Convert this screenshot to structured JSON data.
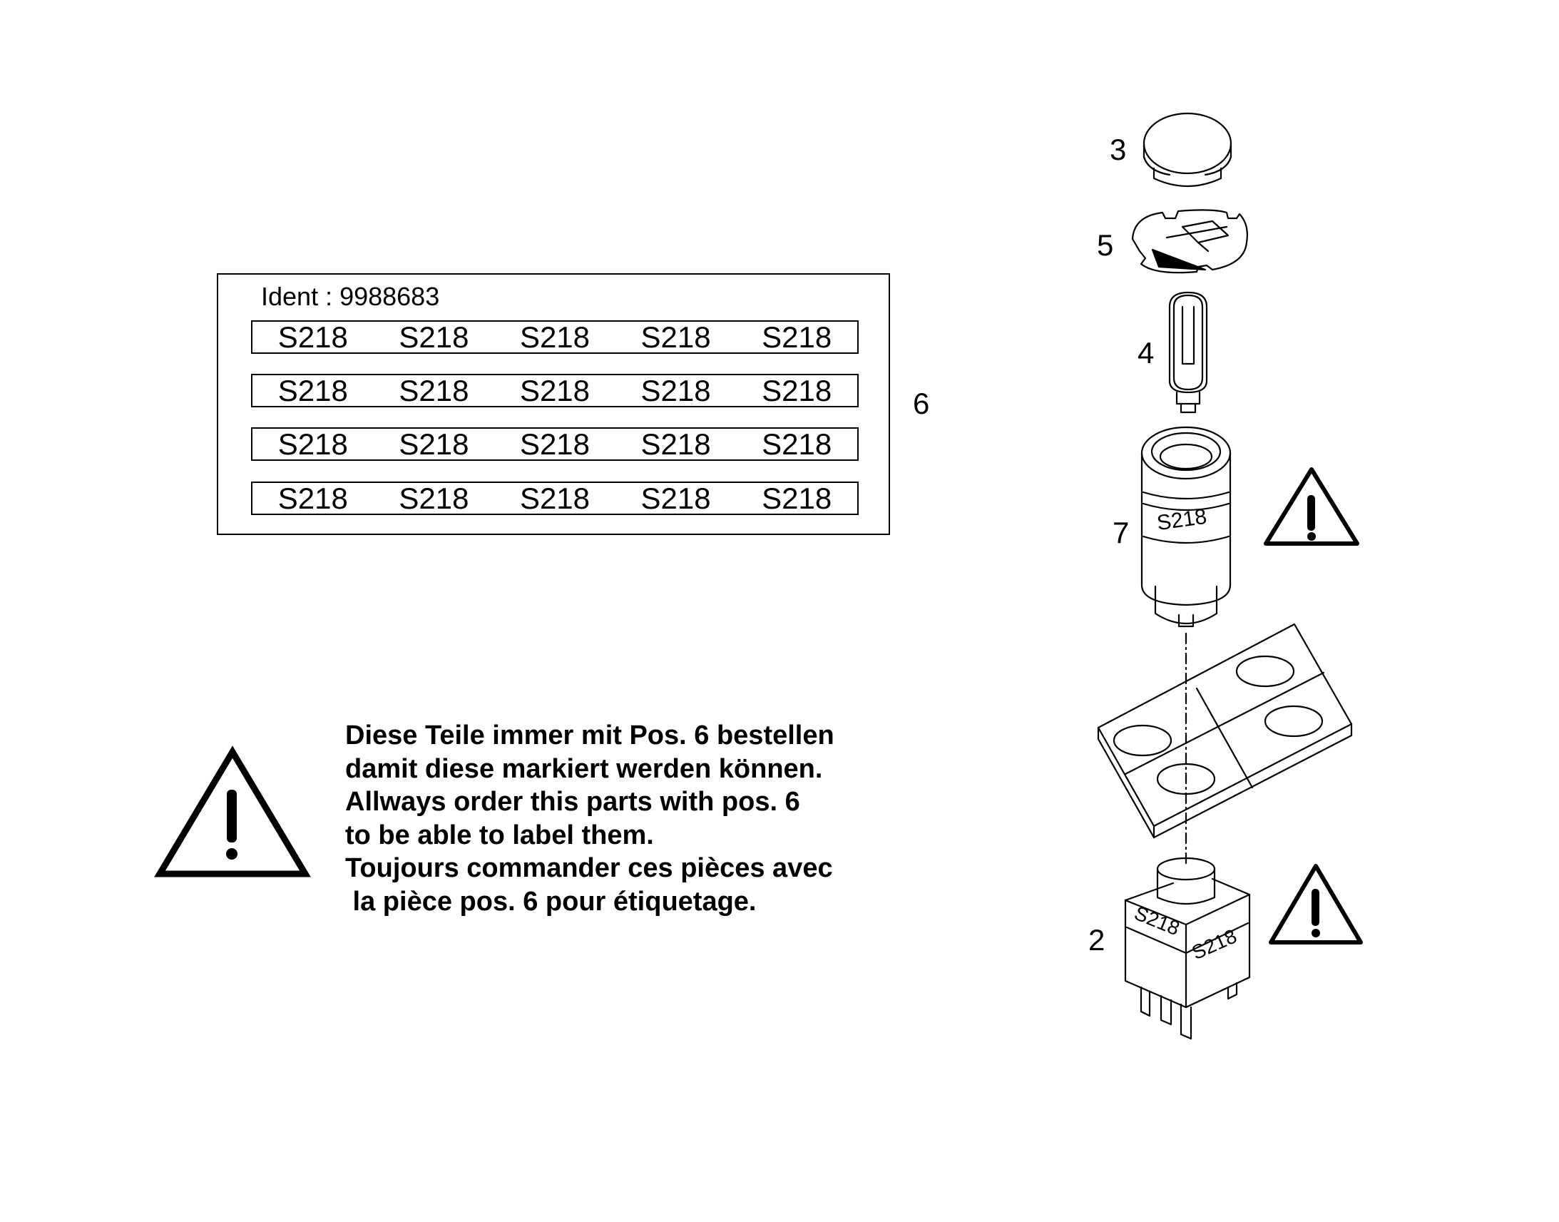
{
  "label_sheet": {
    "ident": "Ident : 9988683",
    "strips": [
      [
        "S218",
        "S218",
        "S218",
        "S218",
        "S218"
      ],
      [
        "S218",
        "S218",
        "S218",
        "S218",
        "S218"
      ],
      [
        "S218",
        "S218",
        "S218",
        "S218",
        "S218"
      ],
      [
        "S218",
        "S218",
        "S218",
        "S218",
        "S218"
      ]
    ]
  },
  "positions": {
    "p2": "2",
    "p3": "3",
    "p4": "4",
    "p5": "5",
    "p6": "6",
    "p7": "7"
  },
  "part_labels": {
    "cap_label": "S218",
    "switch_label_left": "S218",
    "switch_label_right": "S218"
  },
  "notice": {
    "line1": "Diese Teile immer mit Pos. 6 bestellen",
    "line2": "damit diese markiert werden können.",
    "line3": "Allways order this parts with pos. 6",
    "line4": "to be able to label them.",
    "line5": "Toujours commander ces pièces avec",
    "line6": " la pièce pos. 6 pour étiquetage."
  },
  "icons": [
    "warning-icon",
    "warning-icon",
    "warning-icon"
  ]
}
